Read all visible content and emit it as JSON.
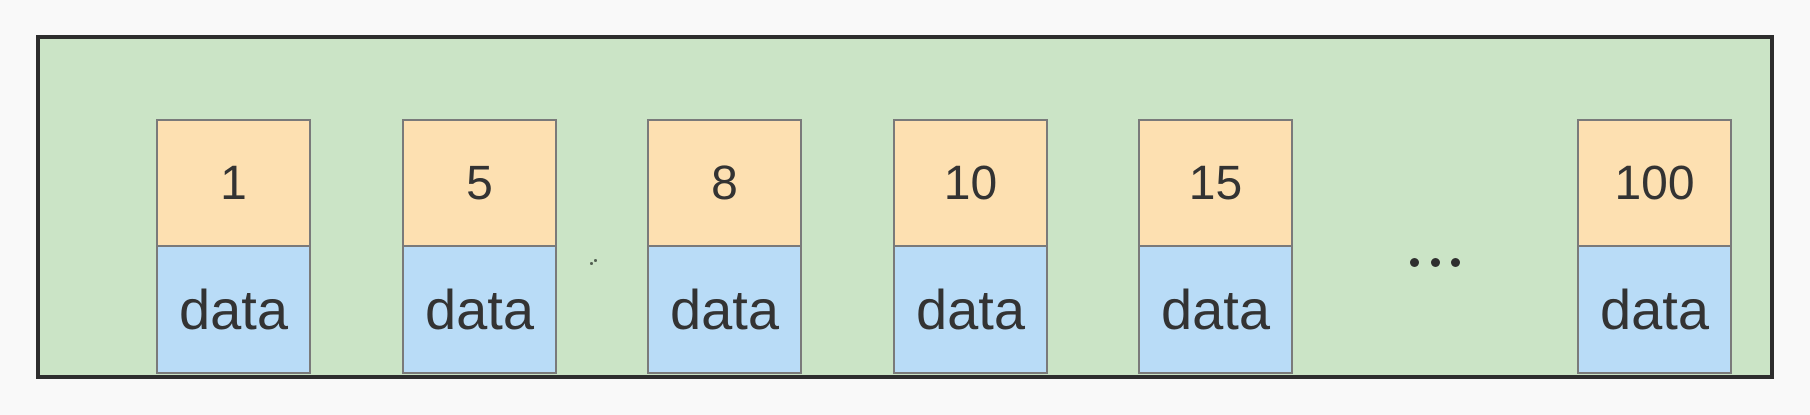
{
  "diagram": {
    "description_visible": false,
    "ellipsis": "...",
    "cells": [
      {
        "index": "1",
        "value": "data"
      },
      {
        "index": "5",
        "value": "data"
      },
      {
        "index": "8",
        "value": "data"
      },
      {
        "index": "10",
        "value": "data"
      },
      {
        "index": "15",
        "value": "data"
      },
      {
        "index": "100",
        "value": "data"
      }
    ],
    "colors": {
      "page_background": "#f9f9f9",
      "container_fill": "#cbe4c6",
      "container_border": "#2d2d2d",
      "cell_border": "#7a7a7a",
      "index_fill": "#fde0b1",
      "data_fill": "#b9dcf7",
      "text": "#333333",
      "ellipsis_dots": "#2f2f2f"
    }
  }
}
